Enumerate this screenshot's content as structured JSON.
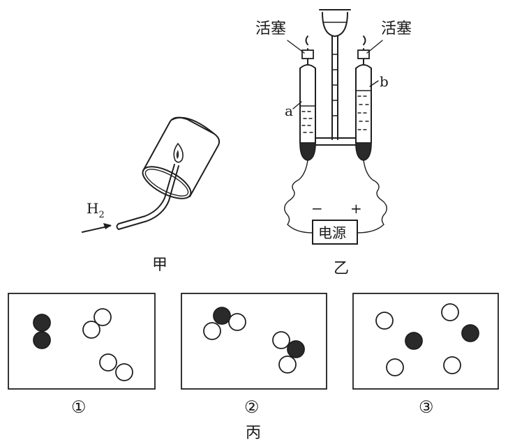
{
  "figure_jia": {
    "caption": "甲",
    "gas_label": "H",
    "gas_subscript": "2"
  },
  "figure_yi": {
    "caption": "乙",
    "stopcock_left_label": "活塞",
    "stopcock_right_label": "活塞",
    "tube_a_label": "a",
    "tube_b_label": "b",
    "power_label": "电源",
    "negative_terminal": "−",
    "positive_terminal": "+"
  },
  "figure_bing": {
    "caption": "丙",
    "panels": [
      {
        "number": "①"
      },
      {
        "number": "②"
      },
      {
        "number": "③"
      }
    ]
  }
}
